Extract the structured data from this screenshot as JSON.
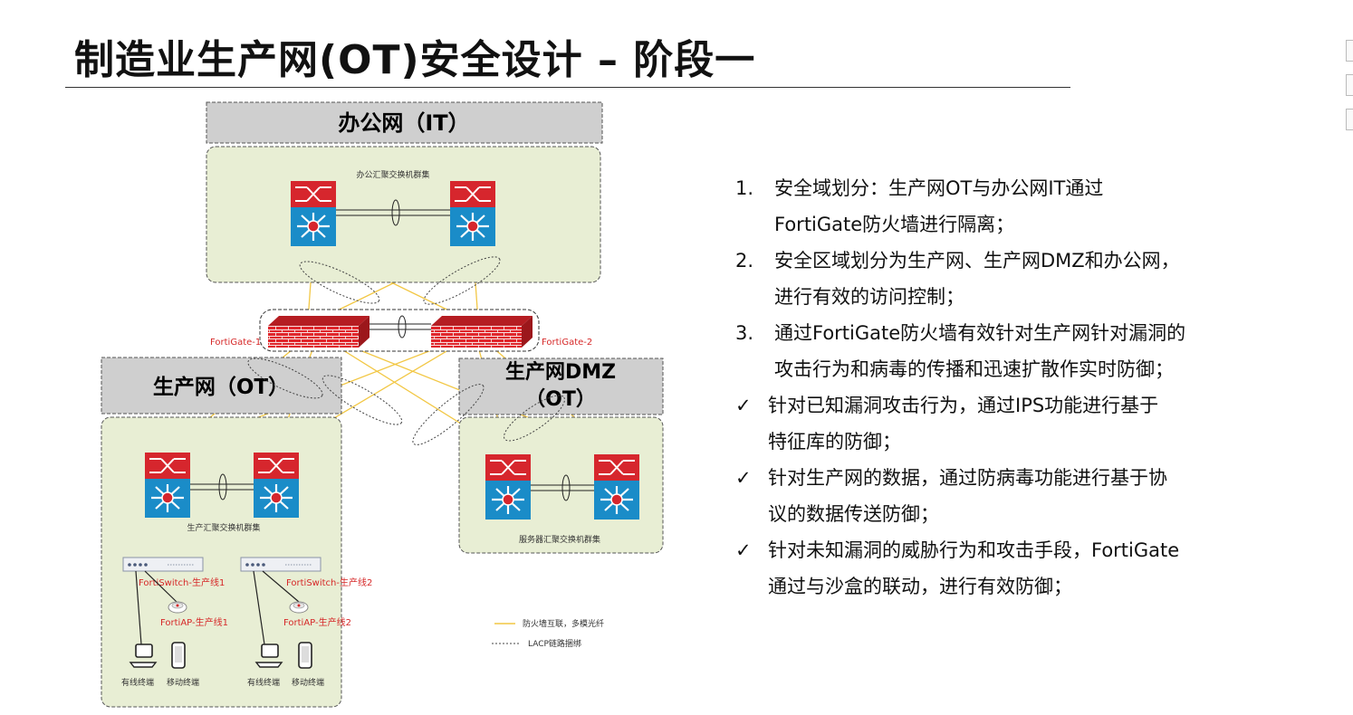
{
  "title": "制造业生产网(OT)安全设计 – 阶段一",
  "diagram": {
    "office_zone_title": "办公网（IT）",
    "office_cluster_label": "办公汇聚交换机群集",
    "fortigate_1": "FortiGate-1",
    "fortigate_2": "FortiGate-2",
    "production_zone_title": "生产网（OT）",
    "production_cluster_label": "生产汇聚交换机群集",
    "dmz_zone_title_line1": "生产网DMZ",
    "dmz_zone_title_line2": "（OT）",
    "server_cluster_label": "服务器汇聚交换机群集",
    "fortiswitch_1": "FortiSwitch-生产线1",
    "fortiswitch_2": "FortiSwitch-生产线2",
    "fortiap_1": "FortiAP-生产线1",
    "fortiap_2": "FortiAP-生产线2",
    "wired_terminal": "有线终端",
    "mobile_terminal": "移动终端",
    "legend_fiber": "防火墙互联，多模光纤",
    "legend_lacp": "LACP链路捆绑",
    "colors": {
      "zone_fill": "#e8eed4",
      "zone_title_fill": "#cfcfcf",
      "firewall_red": "#e0262c",
      "switch_blue": "#1a8cc8",
      "link_yellow": "#f2c744",
      "label_red": "#d62828"
    }
  },
  "list": [
    {
      "marker": "1.",
      "lines": [
        "安全域划分：生产网OT与办公网IT通过",
        "FortiGate防火墙进行隔离；"
      ]
    },
    {
      "marker": "2.",
      "lines": [
        "安全区域划分为生产网、生产网DMZ和办公网，",
        "进行有效的访问控制；"
      ]
    },
    {
      "marker": "3.",
      "lines": [
        "通过FortiGate防火墙有效针对生产网针对漏洞的",
        "攻击行为和病毒的传播和迅速扩散作实时防御；"
      ]
    },
    {
      "marker": "✓",
      "lines": [
        "针对已知漏洞攻击行为，通过IPS功能进行基于",
        "特征库的防御；"
      ]
    },
    {
      "marker": "✓",
      "lines": [
        "针对生产网的数据，通过防病毒功能进行基于协",
        "议的数据传送防御；"
      ]
    },
    {
      "marker": "✓",
      "lines": [
        "针对未知漏洞的威胁行为和攻击手段，FortiGate",
        "通过与沙盒的联动，进行有效防御；"
      ]
    }
  ]
}
